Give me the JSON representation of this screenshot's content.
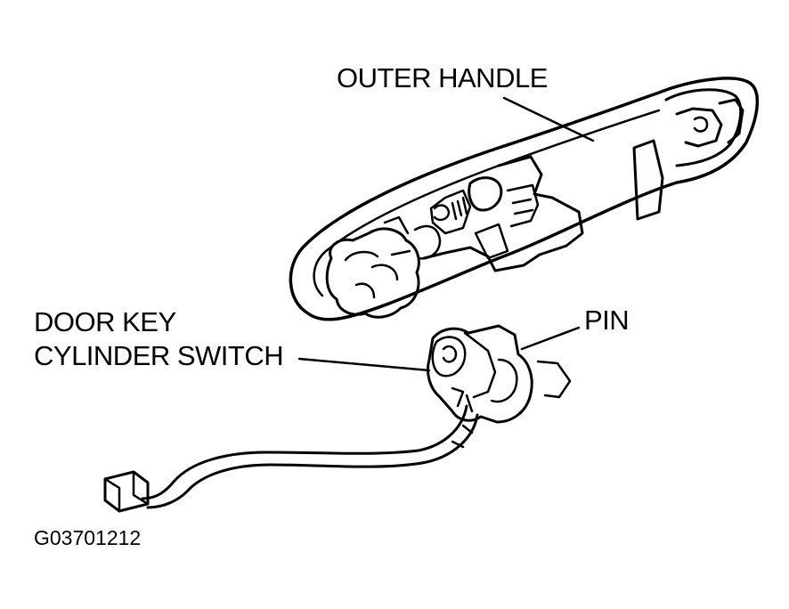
{
  "labels": {
    "outer_handle": "OUTER HANDLE",
    "pin": "PIN",
    "door_key_line1": "DOOR KEY",
    "door_key_line2": "CYLINDER SWITCH",
    "figure_code": "G03701212"
  },
  "colors": {
    "ink": "#000000",
    "paper": "#ffffff"
  }
}
